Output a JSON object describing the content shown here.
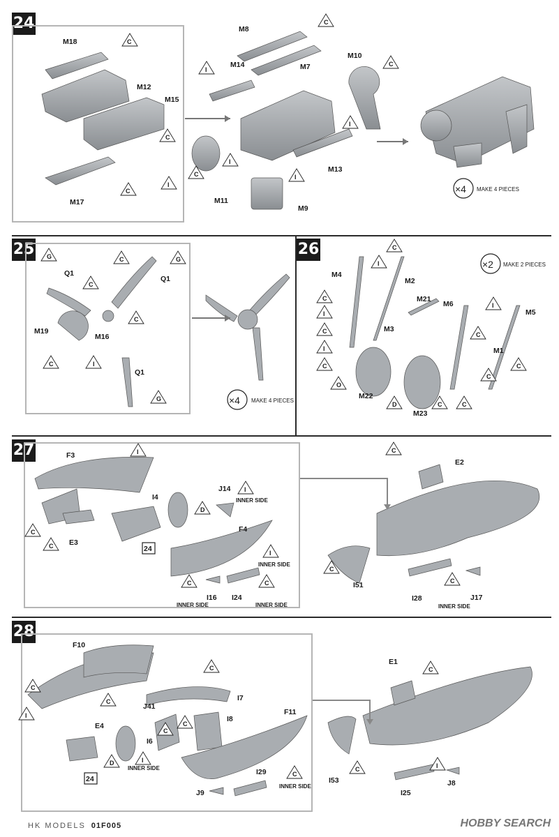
{
  "steps": [
    {
      "num": "24",
      "labels": [
        "M18",
        "M12",
        "M15",
        "M17",
        "M8",
        "M14",
        "M7",
        "M10",
        "M13",
        "M11",
        "M9"
      ],
      "make": "MAKE 4 PIECES",
      "mult": "×4"
    },
    {
      "num": "25",
      "labels": [
        "Q1",
        "Q1",
        "M19",
        "M16",
        "Q1"
      ],
      "make": "MAKE 4 PIECES",
      "mult": "×4"
    },
    {
      "num": "26",
      "labels": [
        "M4",
        "M2",
        "M21",
        "M6",
        "M5",
        "M3",
        "M1",
        "M22",
        "M23"
      ],
      "make": "MAKE 2 PIECES",
      "mult": "×2"
    },
    {
      "num": "27",
      "labels": [
        "F3",
        "I4",
        "J14",
        "F4",
        "E3",
        "I16",
        "I24",
        "E2",
        "I51",
        "I28",
        "J17"
      ],
      "ref": "24",
      "inner": "INNER SIDE"
    },
    {
      "num": "28",
      "labels": [
        "F10",
        "I7",
        "J41",
        "I8",
        "F11",
        "E4",
        "I6",
        "I29",
        "J9",
        "E1",
        "I53",
        "I25",
        "J8"
      ],
      "ref": "24",
      "inner": "INNER SIDE"
    }
  ],
  "footer": {
    "brand": "HK MODELS",
    "code": "01F005",
    "watermark": "HOBBY SEARCH"
  },
  "colors": {
    "part": "#a9adb1",
    "part_dark": "#7d8186",
    "frame": "#b5b5b5",
    "divider": "#2a2a2a"
  }
}
